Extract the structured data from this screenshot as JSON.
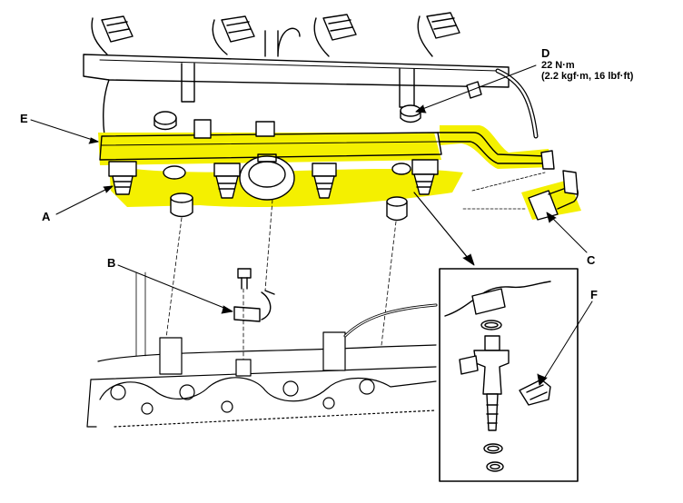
{
  "callouts": {
    "a": "A",
    "b": "B",
    "c": "C",
    "d": "D",
    "e": "E",
    "f": "F"
  },
  "torque_spec": {
    "line1": "22 N·m",
    "line2": "(2.2 kgf·m, 16 lbf·ft)"
  },
  "colors": {
    "highlight": "#f4f000",
    "ink": "#000000",
    "background": "#ffffff"
  }
}
